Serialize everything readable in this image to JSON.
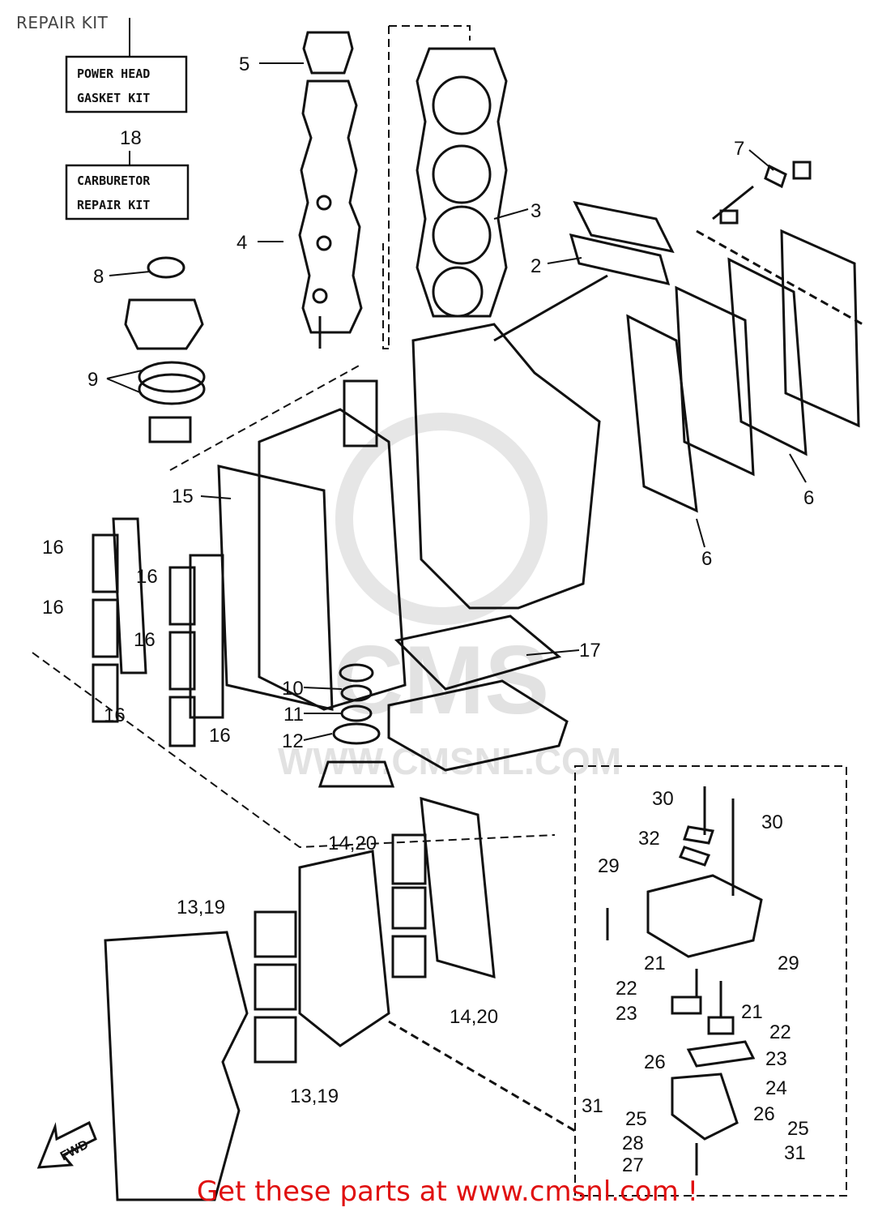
{
  "header": {
    "title": "REPAIR KIT"
  },
  "kits": {
    "power_head": {
      "line1": "POWER HEAD",
      "line2": "GASKET KIT"
    },
    "carburetor": {
      "number": "18",
      "line1": "CARBURETOR",
      "line2": "REPAIR KIT"
    }
  },
  "callouts": {
    "c5": "5",
    "c4": "4",
    "c3": "3",
    "c2": "2",
    "c7": "7",
    "c8": "8",
    "c9": "9",
    "c6a": "6",
    "c6b": "6",
    "c15": "15",
    "c16a": "16",
    "c16b": "16",
    "c16c": "16",
    "c16d": "16",
    "c16e": "16",
    "c16f": "16",
    "c17": "17",
    "c10": "10",
    "c11": "11",
    "c12": "12",
    "c14_20a": "14,20",
    "c14_20b": "14,20",
    "c13_19a": "13,19",
    "c13_19b": "13,19",
    "c30a": "30",
    "c30b": "30",
    "c32": "32",
    "c29a": "29",
    "c29b": "29",
    "c21a": "21",
    "c21b": "21",
    "c22a": "22",
    "c22b": "22",
    "c23a": "23",
    "c23b": "23",
    "c24": "24",
    "c26a": "26",
    "c26b": "26",
    "c25a": "25",
    "c25b": "25",
    "c31a": "31",
    "c31b": "31",
    "c28": "28",
    "c27": "27"
  },
  "fwd_label": "FWD",
  "watermark": {
    "text": "WWW.CMSNL.COM",
    "logo": "CMS"
  },
  "footer": {
    "text": "Get these parts at www.cmsnl.com !"
  },
  "colors": {
    "footer_text": "#e01010",
    "line_art": "#111111",
    "watermark": "#e2e2e2"
  }
}
